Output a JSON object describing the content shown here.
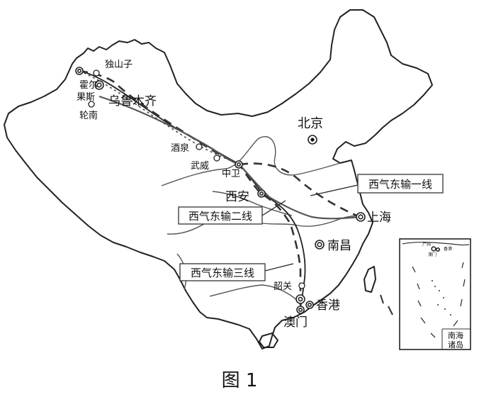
{
  "cities": {
    "beijing": "北京",
    "urumqi": "乌鲁木齐",
    "dushanzi": "独山子",
    "khorgos_1": "霍尔",
    "khorgos_2": "果斯",
    "lunnan": "轮南",
    "jiuquan": "酒泉",
    "wuwei": "武威",
    "zhongwei": "中卫",
    "xian": "西安",
    "shanghai": "上海",
    "nanchang": "南昌",
    "shaoguan": "韶关",
    "hongkong": "香港",
    "macau": "澳门"
  },
  "pipelines": {
    "line1": "西气东输一线",
    "line2": "西气东输二线",
    "line3": "西气东输三线"
  },
  "inset": {
    "label_1": "南海",
    "label_2": "诸岛",
    "tiny_1": "广州",
    "tiny_2": "香港",
    "tiny_3": "澳门"
  },
  "figure_caption": "图 1"
}
